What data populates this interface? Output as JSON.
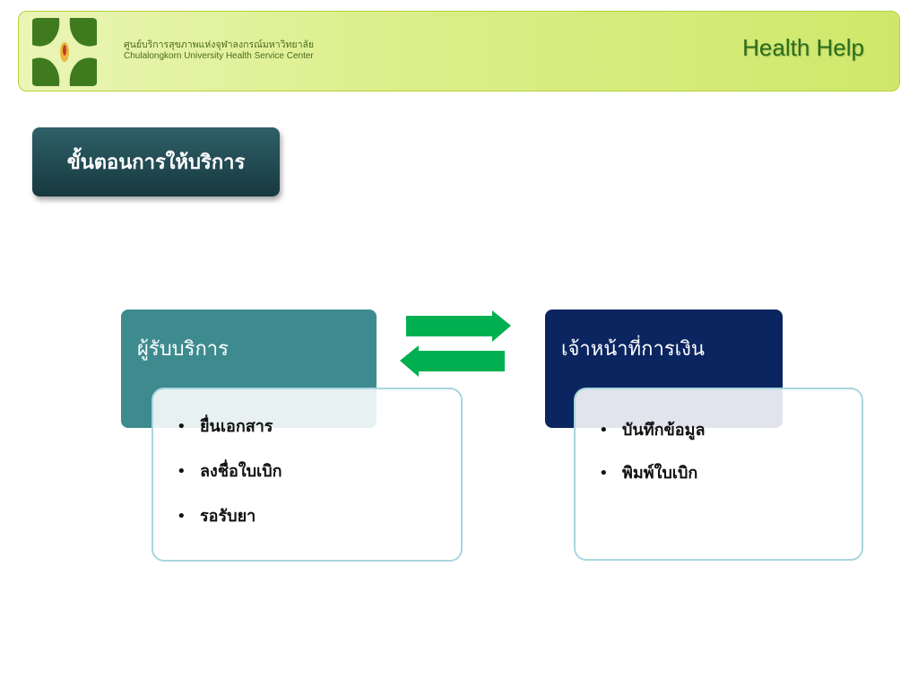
{
  "header": {
    "org_name_th": "ศูนย์บริการสุขภาพแห่งจุฬาลงกรณ์มหาวิทยาลัย",
    "org_name_en": "Chulalongkorn University Health Service Center",
    "brand": "Health Help"
  },
  "title": "ขั้นตอนการให้บริการ",
  "left_panel": {
    "role": "ผู้รับบริการ",
    "items": [
      "ยื่นเอกสาร",
      "ลงชื่อใบเบิก",
      "รอรับยา"
    ]
  },
  "right_panel": {
    "role": "เจ้าหน้าที่การเงิน",
    "items": [
      "บันทึกข้อมูล",
      "พิมพ์ใบเบิก"
    ]
  },
  "bullet_glyph": "•",
  "colors": {
    "header_green": "#cfe86a",
    "brand_text": "#2a6d1c",
    "title_box": "#1f4a51",
    "left_role": "#3d8b8e",
    "right_role": "#0b2560",
    "arrows": "#00b050",
    "detail_border": "#a9d6de"
  },
  "icons": {
    "logo": "four-leaf-emblem-icon",
    "arrows": "exchange-arrows-icon"
  }
}
